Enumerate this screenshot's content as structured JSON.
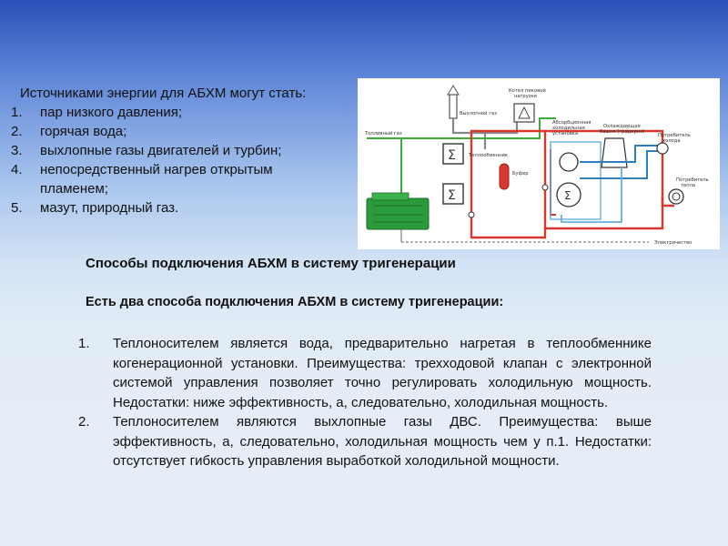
{
  "sources": {
    "heading": "Источниками энергии для АБХМ могут стать:",
    "items": [
      {
        "num": "1.",
        "text": "пар низкого давления;"
      },
      {
        "num": "2.",
        "text": "горячая вода;"
      },
      {
        "num": "3.",
        "text": "выхлопные газы двигателей и турбин;"
      },
      {
        "num": "4.",
        "text": "непосредственный нагрев открытым пламенем;"
      },
      {
        "num": "5.",
        "text": "мазут, природный газ."
      }
    ]
  },
  "diagram": {
    "labels": {
      "fuel_gas": "Топливный газ",
      "exhaust_gas": "Выхлопной газ",
      "peak_boiler_1": "Котел пиковой",
      "peak_boiler_2": "нагрузки",
      "absorption_1": "Абсорбционная",
      "absorption_2": "холодильная",
      "absorption_3": "установка",
      "cooling_tower_1": "Охлаждающая",
      "cooling_tower_2": "башня (градирня)",
      "cold_consumer_1": "Потребитель",
      "cold_consumer_2": "холода",
      "heat_exchanger": "Теплообменник",
      "buffer": "Буфер",
      "heat_consumer_1": "Потребитель",
      "heat_consumer_2": "тепла",
      "electricity": "Электричество"
    },
    "colors": {
      "hot_line": "#d9382e",
      "gas_line": "#3caa3c",
      "cold_line": "#2f7fc0",
      "return_line": "#6aaedc",
      "exhaust_line": "#888888",
      "generator": "#2a9a3a"
    }
  },
  "methods": {
    "title": "Способы подключения АБХМ в систему тригенерации",
    "subtitle": "Есть два способа подключения АБХМ в систему тригенерации:",
    "items": [
      {
        "num": "1.",
        "text": "Теплоносителем является вода, предварительно нагретая в теплообменнике когенерационной установки. Преимущества: трехходовой клапан с электронной системой управления позволяет точно регулировать холодильную мощность. Недостатки: ниже эффективность, а, следовательно, холодильная мощность."
      },
      {
        "num": "2.",
        "text": "Теплоносителем являются выхлопные газы ДВС. Преимущества: выше эффективность, а, следовательно, холодильная мощность чем у п.1. Недостатки: отсутствует гибкость управления выработкой холодильной мощности."
      }
    ]
  }
}
